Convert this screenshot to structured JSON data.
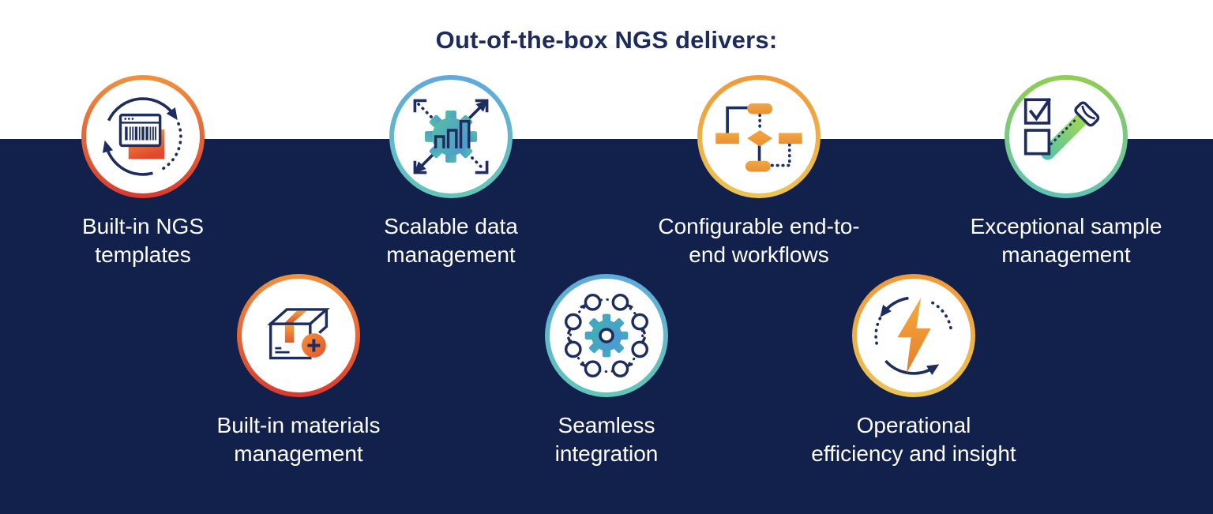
{
  "title": "Out-of-the-box NGS delivers:",
  "colors": {
    "background_top": "#FFFFFF",
    "background_band": "#12204C",
    "title_text": "#1C2B5C",
    "label_text": "#FFFFFF",
    "line_art_navy": "#1E2D5F",
    "ring_orange_red": [
      "#F0923E",
      "#D93A30"
    ],
    "ring_blue_teal": [
      "#5FA9DC",
      "#63C7B8"
    ],
    "ring_orange_gold": [
      "#F0993B",
      "#EDC452"
    ],
    "ring_green_teal": [
      "#90CE51",
      "#5EC3B4"
    ],
    "accent_orange": [
      "#F2A43E",
      "#E0472E"
    ],
    "accent_teal_blue": [
      "#55BDA4",
      "#4C99D4"
    ],
    "accent_green_tube": [
      "#A6D94E",
      "#52C2A8"
    ],
    "accent_bolt": [
      "#F4AC3E",
      "#E67C2B"
    ]
  },
  "items": [
    {
      "icon": "sync-browser-barcode-icon",
      "line1": "Built-in NGS",
      "line2": "templates"
    },
    {
      "icon": "scalable-gear-chart-icon",
      "line1": "Scalable data",
      "line2": "management"
    },
    {
      "icon": "workflow-flowchart-icon",
      "line1": "Configurable end-to-",
      "line2": "end workflows"
    },
    {
      "icon": "sample-tube-checklist-icon",
      "line1": "Exceptional sample",
      "line2": "management"
    },
    {
      "icon": "materials-box-plus-icon",
      "line1": "Built-in materials",
      "line2": "management"
    },
    {
      "icon": "integration-gear-network-icon",
      "line1": "Seamless",
      "line2": "integration"
    },
    {
      "icon": "efficiency-lightning-sync-icon",
      "line1": "Operational",
      "line2": "efficiency and insight"
    }
  ]
}
